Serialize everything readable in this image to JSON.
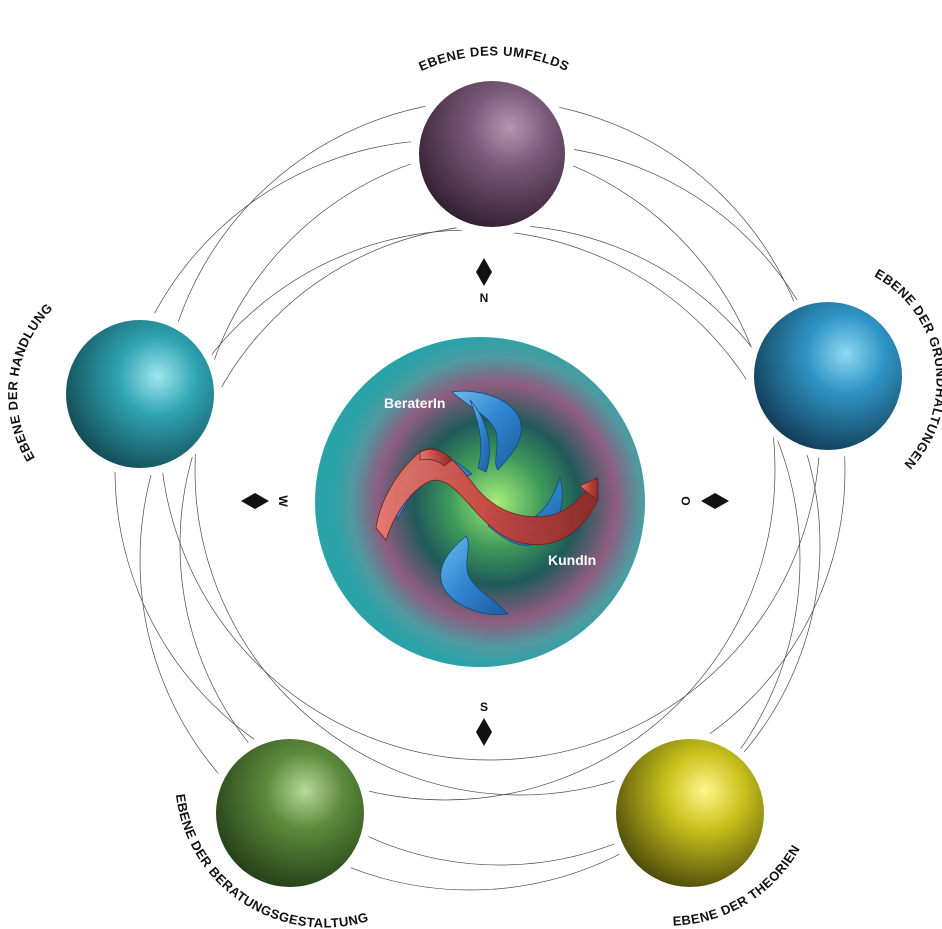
{
  "levels": {
    "top": "EBENE DES UMFELDS",
    "right": "EBENE DER GRUNDHALTUNGEN",
    "bottom_right": "EBENE DER THEORIEN",
    "bottom_left": "EBENE DER BERATUNGSGESTALTUNG",
    "left": "EBENE DER HANDLUNG"
  },
  "compass": {
    "north": "N",
    "east": "O",
    "south": "S",
    "west": "W"
  },
  "center": {
    "counselor_label": "BeraterIn",
    "client_label": "KundIn"
  },
  "colors": {
    "sphere_top": "#7a5a7a",
    "sphere_right": "#2f95c6",
    "sphere_bottom_right": "#c9c21c",
    "sphere_bottom_left": "#5c8a3c",
    "sphere_left": "#2fa4b2",
    "ribbon_blue": "#2f86d6",
    "ribbon_red": "#c9453f",
    "disk_outer": "#2aa3a8",
    "disk_mid": "#8e5c80",
    "disk_inner": "#7fd35a"
  }
}
